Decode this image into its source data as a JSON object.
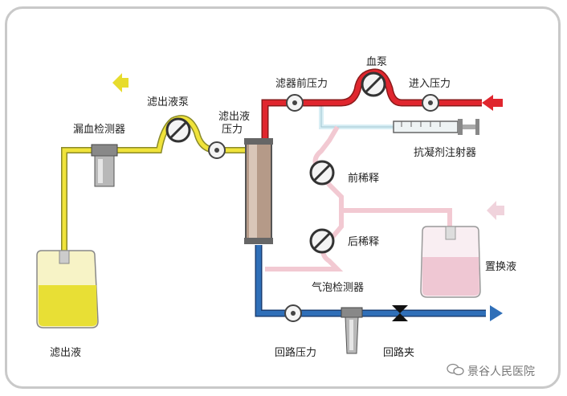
{
  "labels": {
    "filtrate_pump": "滤出液泵",
    "blood_leak_detector": "漏血检测器",
    "filtrate_pressure_line1": "滤出液",
    "filtrate_pressure_line2": "压力",
    "prefilter_pressure": "滤器前压力",
    "blood_pump": "血泵",
    "inlet_pressure": "进入压力",
    "anticoagulant_syringe": "抗凝剂注射器",
    "predilution": "前稀释",
    "postdilution": "后稀释",
    "replacement_fluid": "置换液",
    "air_detector": "气泡检测器",
    "filtrate": "滤出液",
    "return_pressure": "回路压力",
    "return_clamp": "回路夹"
  },
  "watermark": "景谷人民医院",
  "colors": {
    "blood_in": "#e0262e",
    "blood_return": "#2f6fb8",
    "filtrate": "#f0e33a",
    "replacement": "#f2c9d2",
    "anticoagulant": "#d8eef4"
  }
}
